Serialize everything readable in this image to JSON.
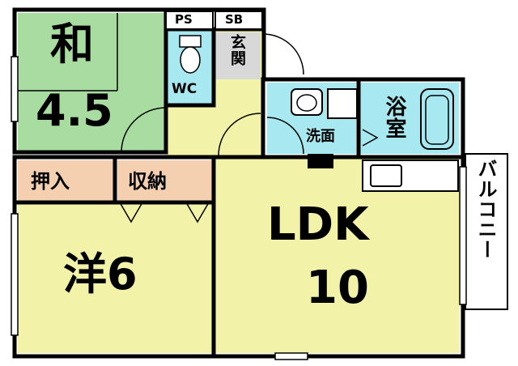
{
  "rooms": {
    "washitsu": {
      "name": "和",
      "size": "4.5"
    },
    "yoshitsu": {
      "name": "洋6"
    },
    "ldk": {
      "name": "LDK",
      "size": "10"
    },
    "oshiire": {
      "name": "押入"
    },
    "shuno": {
      "name": "収納"
    },
    "ps": {
      "name": "PS"
    },
    "sb": {
      "name": "SB"
    },
    "genkan": {
      "name": "玄関"
    },
    "wc": {
      "name": "WC"
    },
    "senmen": {
      "name": "洗面"
    },
    "yokushitsu": {
      "name": "浴室"
    },
    "balcony": {
      "name": "バルコニー"
    }
  },
  "colors": {
    "tatami": "#a8dca0",
    "floor": "#f2f2a8",
    "wet": "#a8e8f0",
    "storage": "#f5d0b0",
    "wall": "#000000",
    "white": "#ffffff"
  }
}
